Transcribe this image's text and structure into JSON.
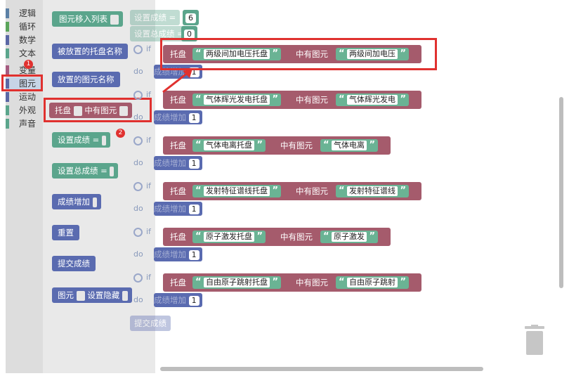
{
  "toolbox": {
    "categories": [
      {
        "label": "逻辑",
        "color": "#5b80a5"
      },
      {
        "label": "循环",
        "color": "#5ba55b"
      },
      {
        "label": "数学",
        "color": "#5b67a5"
      },
      {
        "label": "文本",
        "color": "#5ba58c"
      },
      {
        "label": "变量",
        "color": "#a55b80"
      },
      {
        "label": "图元",
        "color": "#5b67a5"
      },
      {
        "label": "运动",
        "color": "#5b67a5"
      },
      {
        "label": "外观",
        "color": "#5ba58c"
      },
      {
        "label": "声音",
        "color": "#5ba58c"
      }
    ],
    "selected": "图元"
  },
  "flyout": {
    "move_to_list": "图元移入列表",
    "placed_tray_name": "被放置的托盘名称",
    "placed_element_name": "放置的图元名称",
    "tray": "托盘",
    "has_element": "中有图元",
    "set_score": "设置成绩 =",
    "set_total_score": "设置总成绩 =",
    "score_increase": "成绩增加",
    "reset": "重置",
    "submit_score": "提交成绩",
    "element": "图元",
    "set_hidden": "设置隐藏"
  },
  "workspace": {
    "set_score_label": "设置成绩 =",
    "set_score_value": "6",
    "set_total_label": "设置总成绩 =",
    "set_total_value": "0",
    "if_label": "if",
    "do_label": "do",
    "increase_label": "成绩增加",
    "increase_value": "1",
    "tray_label": "托盘",
    "has_element_label": "中有图元",
    "submit_label": "提交成绩",
    "rules": [
      {
        "tray": "两级间加电压托盘",
        "element": "两级间加电压"
      },
      {
        "tray": "气体辉光发电托盘",
        "element": "气体辉光发电"
      },
      {
        "tray": "气体电离托盘",
        "element": "气体电离"
      },
      {
        "tray": "发射特征谱线托盘",
        "element": "发射特征谱线"
      },
      {
        "tray": "原子激发托盘",
        "element": "原子激发"
      },
      {
        "tray": "自由原子跳射托盘",
        "element": "自由原子跳射"
      }
    ]
  },
  "annotations": {
    "badge1": "1",
    "badge2": "2"
  },
  "colors": {
    "text_block": "#5ba58c",
    "procedure": "#5b67a5",
    "condition": "#a55b6c",
    "highlight": "#e0312f"
  }
}
